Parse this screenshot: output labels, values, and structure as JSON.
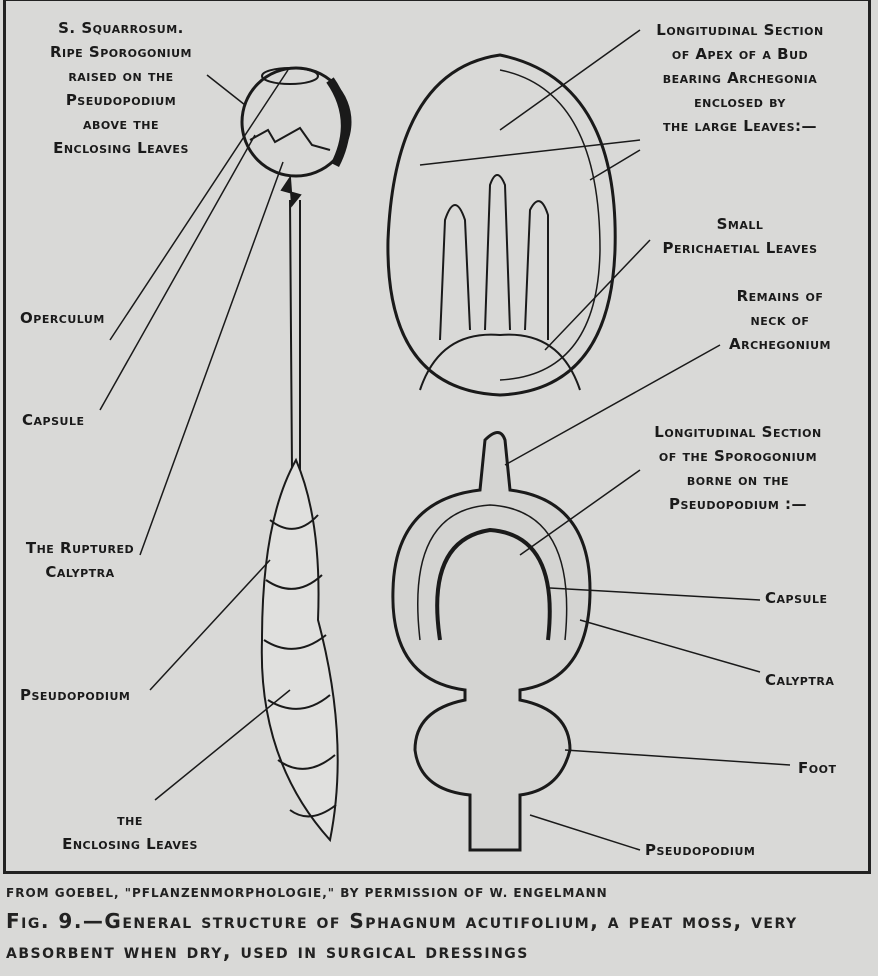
{
  "labels": {
    "squarrosum": [
      "S. Squarrosum.",
      "Ripe Sporogonium",
      "raised on the",
      "Pseudopodium",
      "above the",
      "Enclosing Leaves"
    ],
    "operculum": "Operculum",
    "capsule_left": "Capsule",
    "ruptured_calyptra": [
      "The Ruptured",
      "Calyptra"
    ],
    "pseudopodium_left": "Pseudopodium",
    "enclosing_leaves": [
      "the",
      "Enclosing Leaves"
    ],
    "apex_section": [
      "Longitudinal Section",
      "of Apex of a Bud",
      "bearing Archegonia",
      "enclosed by",
      "the large Leaves:—"
    ],
    "perichaetial": [
      "Small",
      "Perichaetial Leaves"
    ],
    "remains": [
      "Remains of",
      "neck of",
      "Archegonium"
    ],
    "sporogonium_section": [
      "Longitudinal Section",
      "of the Sporogonium",
      "borne on the",
      "Pseudopodium :—"
    ],
    "capsule_right": "Capsule",
    "calyptra_right": "Calyptra",
    "foot": "Foot",
    "pseudopodium_right": "Pseudopodium"
  },
  "credit": "FROM GOEBEL, \"PFLANZENMORPHOLOGIE,\" BY PERMISSION OF W. ENGELMANN",
  "caption": "Fig. 9.—General structure of Sphagnum acutifolium, a peat moss, very absorbent when dry, used in surgical dressings"
}
